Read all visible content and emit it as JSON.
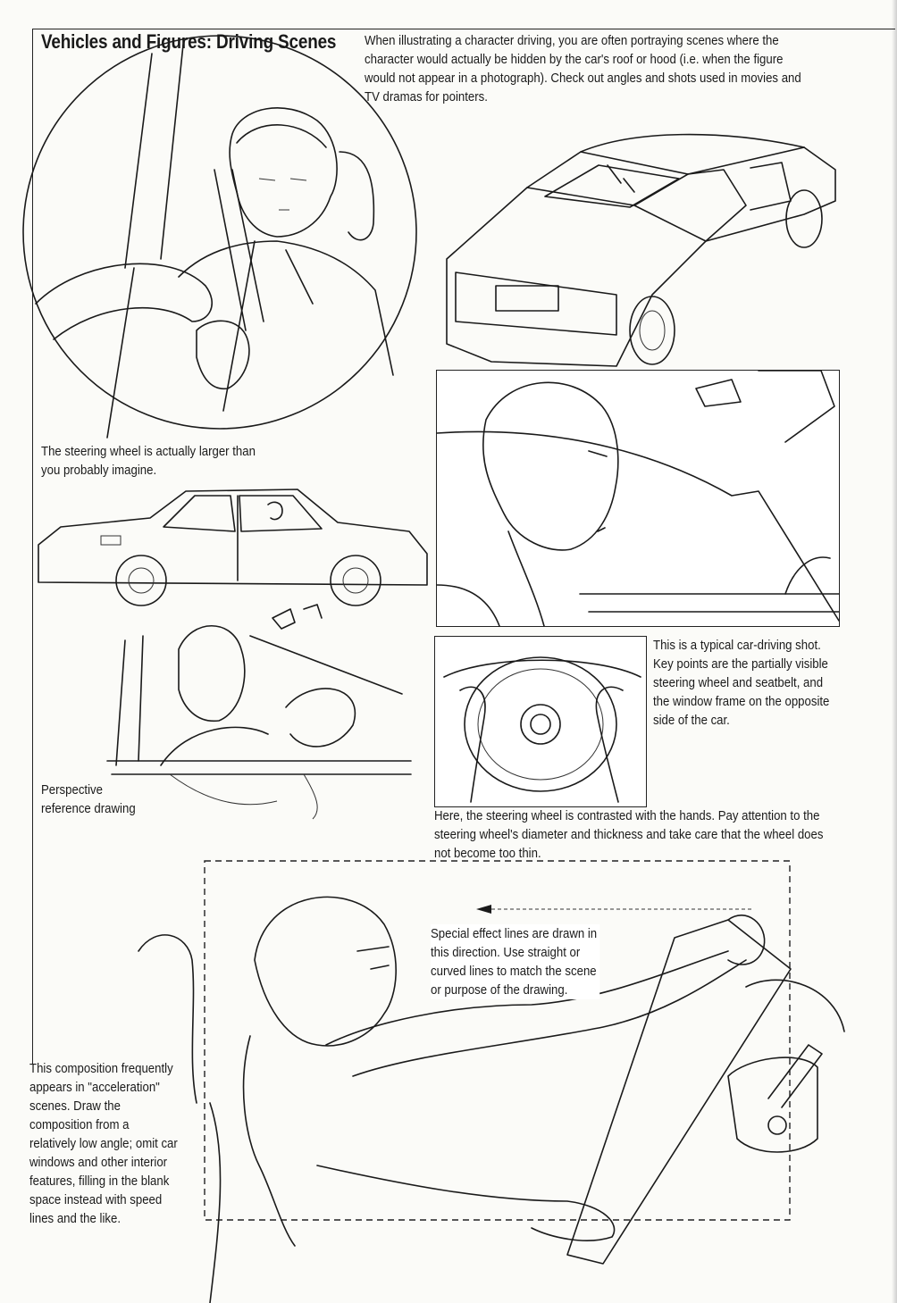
{
  "header": {
    "title": "Vehicles and Figures: Driving Scenes",
    "intro": "When illustrating a character driving, you are often portraying scenes where the character would actually be hidden by the car's roof or hood (i.e. when the figure would not appear in a photograph). Check out angles and shots used in movies and TV dramas for pointers."
  },
  "captions": {
    "steering_wheel": "The steering wheel is actually larger than you probably imagine.",
    "perspective": "Perspective reference drawing",
    "typical_shot": "This is a typical car-driving shot. Key points are the partially visible steering wheel and seatbelt, and the window frame on the opposite side of the car.",
    "hands_contrast": "Here, the steering wheel is contrasted with the hands. Pay attention to the steering wheel's diameter and thickness and take care that the wheel does not become too thin.",
    "effect_lines": "Special effect lines are drawn in this direction. Use straight or curved lines to match the scene or purpose of the drawing.",
    "acceleration": "This composition frequently appears in \"acceleration\" scenes. Draw the composition from a relatively low angle; omit car windows and other interior features, filling in the blank space instead with speed lines and the like."
  },
  "colors": {
    "ink": "#1a1a1a",
    "paper": "#fbfbf8"
  }
}
